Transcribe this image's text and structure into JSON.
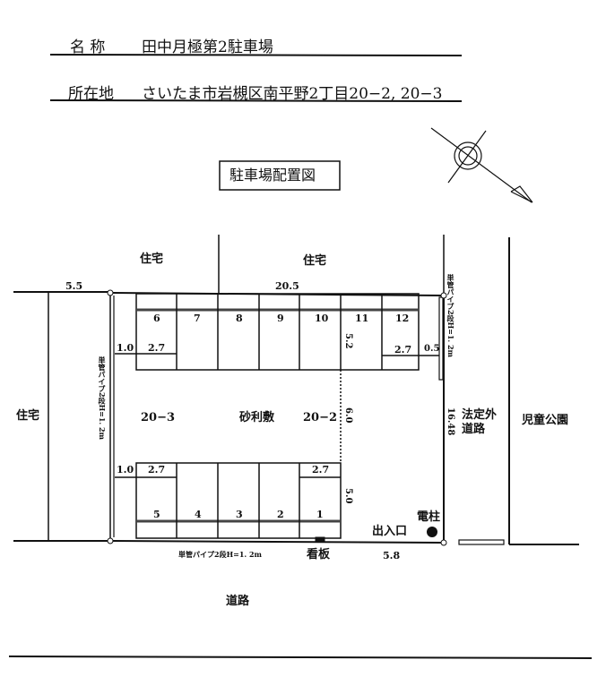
{
  "header": {
    "name_label": "名 称",
    "name_value": "田中月極第2駐車場",
    "address_label": "所在地",
    "address_value": "さいたま市岩槻区南平野2丁目20−2, 20−3"
  },
  "diagram": {
    "title": "駐車場配置図",
    "compass": "north-arrow",
    "neighbors": {
      "top_left": "住宅",
      "top_right": "住宅",
      "left": "住宅",
      "right_road": "法定外道路",
      "right_road_line1": "法定外",
      "right_road_line2": "道路",
      "park": "児童公園",
      "bottom_road": "道路"
    },
    "lots": {
      "lot_20_3": "20−3",
      "lot_20_2": "20−2",
      "surface": "砂利敷"
    },
    "spaces_top": [
      "6",
      "7",
      "8",
      "9",
      "10",
      "11",
      "12"
    ],
    "spaces_bottom": [
      "5",
      "4",
      "3",
      "2",
      "1"
    ],
    "dimensions": {
      "left_offset": "5.5",
      "top_width": "20.5",
      "top_depth": "5.2",
      "aisle": "6.0",
      "bottom_depth": "5.0",
      "right_length": "16.48",
      "entrance_width": "5.8",
      "top_left_gap": "1.0",
      "top_left_space": "2.7",
      "top_right_space": "2.7",
      "top_right_gap": "0.5",
      "bottom_left_gap": "1.0",
      "bottom_left_space": "2.7",
      "bottom_right_space": "2.7"
    },
    "fence_labels": {
      "left": "単管パイプ2段H=1. 2m",
      "right": "単管パイプ2段H=1. 2m",
      "bottom": "単管パイプ2段H=1. 2m"
    },
    "markers": {
      "utility_pole": "電柱",
      "entrance": "出入口",
      "signboard": "看板"
    }
  }
}
